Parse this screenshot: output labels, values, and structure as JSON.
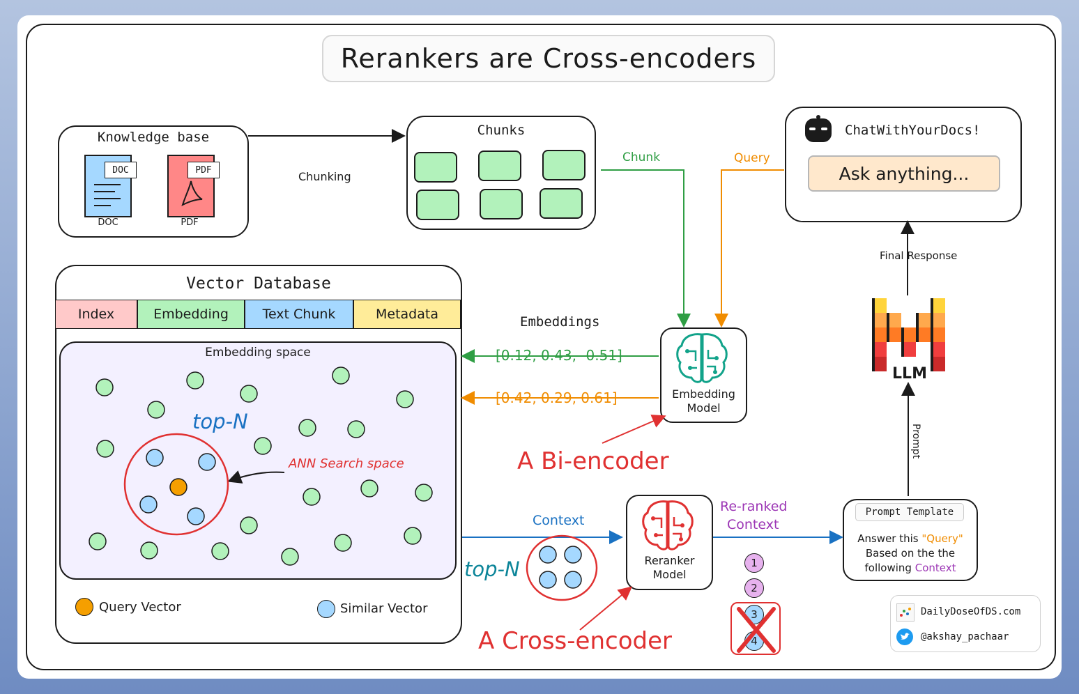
{
  "title": "Rerankers are Cross-encoders",
  "knowledge_base": {
    "label": "Knowledge base",
    "doc_tag": "DOC",
    "doc_caption": "DOC",
    "pdf_tag": "PDF",
    "pdf_caption": "PDF"
  },
  "chunking_label": "Chunking",
  "chunks_label": "Chunks",
  "chunk_arrow_label": "Chunk",
  "query_arrow_label": "Query",
  "chat": {
    "title": "ChatWithYourDocs!",
    "placeholder": "Ask anything..."
  },
  "final_response_label": "Final Response",
  "llm_label": "LLM",
  "prompt_label": "Prompt",
  "vector_db": {
    "title": "Vector Database",
    "columns": [
      "Index",
      "Embedding",
      "Text Chunk",
      "Metadata"
    ],
    "space_label": "Embedding space",
    "top_n_label": "top-N",
    "ann_label": "ANN Search space",
    "legend_query": "Query Vector",
    "legend_similar": "Similar Vector"
  },
  "embeddings_label": "Embeddings",
  "chunk_vector": "[0.12, 0.43, -0.51]",
  "query_vector": "[0.42, 0.29, 0.61]",
  "embedding_model_label": [
    "Embedding",
    "Model"
  ],
  "bi_encoder_label": "A Bi-encoder",
  "context_label": "Context",
  "top_n_context_label": "top-N",
  "reranker_label": [
    "Reranker",
    "Model"
  ],
  "cross_encoder_label": "A Cross-encoder",
  "reranked_label": [
    "Re-ranked",
    "Context"
  ],
  "rank_numbers": [
    "1",
    "2",
    "3",
    "4"
  ],
  "prompt_template": {
    "title": "Prompt Template",
    "line1_prefix": "Answer this ",
    "line1_query": "\"Query\"",
    "line2": "Based on the the",
    "line3_prefix": "following ",
    "line3_context": "Context"
  },
  "credits": {
    "site": "DailyDoseOfDS.com",
    "handle": "@akshay_pachaar"
  },
  "colors": {
    "green": "#2f9e44",
    "orange": "#f08c00",
    "blue": "#1971c2",
    "red": "#e03131",
    "purple": "#9c36b5",
    "teal": "#0c8599",
    "chunk_fill": "#b2f2bb",
    "similar_fill": "#a5d8ff",
    "query_fill": "#f59f00"
  }
}
